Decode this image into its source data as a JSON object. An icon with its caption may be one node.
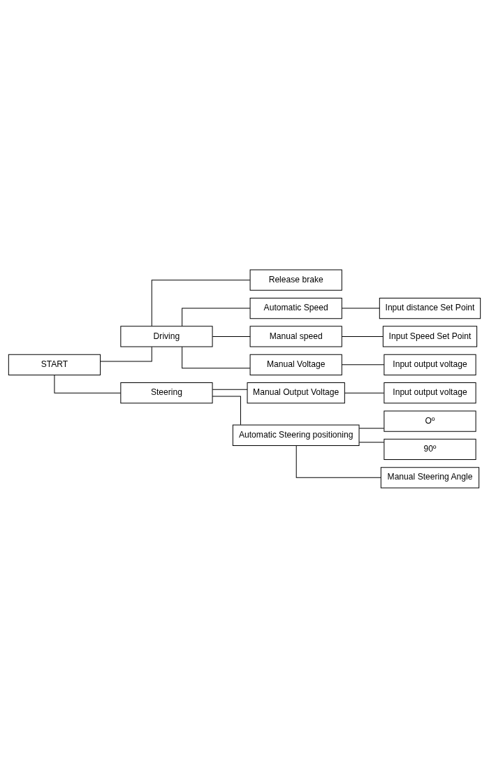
{
  "diagram": {
    "nodes": [
      {
        "text": [
          "START"
        ]
      },
      {
        "text": [
          "Driving"
        ]
      },
      {
        "text": [
          "Release brake"
        ]
      },
      {
        "text": [
          "Automatic Speed"
        ]
      },
      {
        "text": [
          "Input distance Set Point"
        ]
      },
      {
        "text": [
          "Manual speed"
        ]
      },
      {
        "text": [
          "Input Speed Set Point"
        ]
      },
      {
        "text": [
          "Manual Voltage"
        ]
      },
      {
        "text": [
          "Input output voltage"
        ]
      },
      {
        "text": [
          "Steering"
        ]
      },
      {
        "text": [
          "Manual Output Voltage"
        ]
      },
      {
        "text": [
          "Input output voltage"
        ]
      },
      {
        "text": [
          "Automatic Steering positioning"
        ]
      },
      {
        "text": [
          "Oº"
        ]
      },
      {
        "text": [
          "90º"
        ]
      },
      {
        "text": [
          "Manual Steering Angle"
        ]
      }
    ],
    "edges": [
      {
        "from": 0,
        "to": 1,
        "arrow": "none"
      },
      {
        "from": 0,
        "to": 9,
        "arrow": "none"
      },
      {
        "from": 1,
        "to": 2,
        "arrow": "none"
      },
      {
        "from": 1,
        "to": 3,
        "arrow": "none"
      },
      {
        "from": 3,
        "to": 4,
        "arrow": "none"
      },
      {
        "from": 1,
        "to": 5,
        "arrow": "none"
      },
      {
        "from": 5,
        "to": 6,
        "arrow": "none"
      },
      {
        "from": 1,
        "to": 7,
        "arrow": "none"
      },
      {
        "from": 7,
        "to": 8,
        "arrow": "none"
      },
      {
        "from": 9,
        "to": 10,
        "arrow": "none"
      },
      {
        "from": 10,
        "to": 11,
        "arrow": "none"
      },
      {
        "from": 9,
        "to": 12,
        "arrow": "none"
      },
      {
        "from": 12,
        "to": 13,
        "arrow": "none"
      },
      {
        "from": 12,
        "to": 14,
        "arrow": "none"
      },
      {
        "from": 12,
        "to": 15,
        "arrow": "none"
      }
    ]
  }
}
